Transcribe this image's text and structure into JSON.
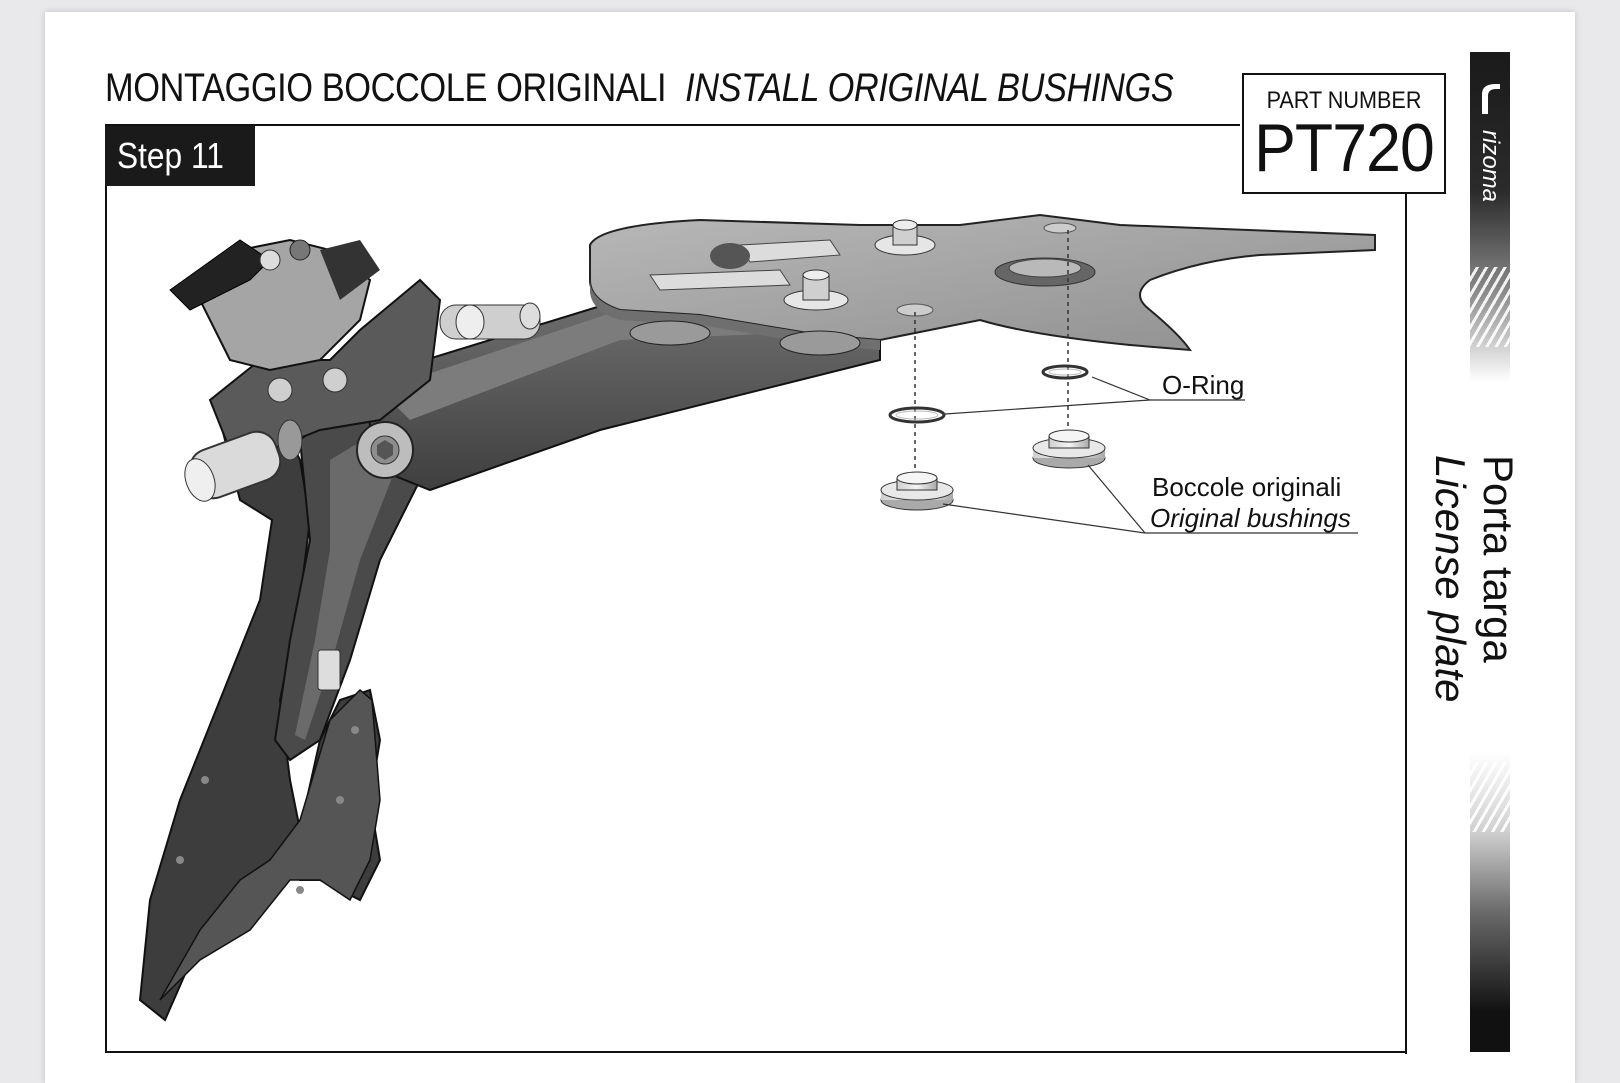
{
  "header": {
    "title_it": "MONTAGGIO BOCCOLE ORIGINALI",
    "title_en": "INSTALL ORIGINAL BUSHINGS",
    "step_label": "Step 11"
  },
  "part_number": {
    "label": "PART NUMBER",
    "value": "PT720"
  },
  "brand": {
    "name": "rizoma",
    "logo_icon": "rizoma-logo-icon"
  },
  "side_title": {
    "italian": "Porta targa",
    "english": "License plate"
  },
  "callouts": {
    "oring": "O-Ring",
    "bushings_it": "Boccole originali",
    "bushings_en": "Original bushings"
  },
  "colors": {
    "frame_dark": "#3a3a3a",
    "plate_grey": "#9a9a9a",
    "bar_black": "#1a1a1a"
  }
}
